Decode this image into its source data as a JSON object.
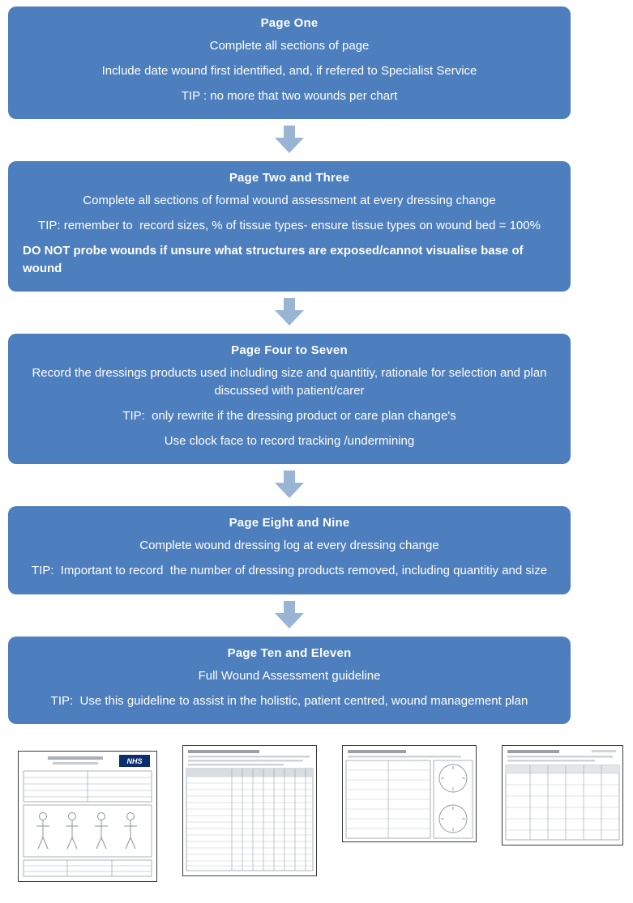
{
  "flowchart": {
    "boxes": [
      {
        "title": "Page One",
        "lines": [
          "Complete all sections of page",
          "Include date wound first identified, and, if refered to Specialist Service",
          "TIP : no more that two wounds per chart"
        ]
      },
      {
        "title": "Page Two and Three",
        "lines": [
          "Complete all sections of formal wound assessment at every dressing change",
          "TIP: remember to  record sizes, % of tissue types- ensure tissue types on wound bed = 100%",
          "DO NOT probe wounds if unsure what structures are exposed/cannot visualise base of wound"
        ]
      },
      {
        "title": "Page  Four to  Seven",
        "lines": [
          "Record the dressings products used including size and quantitiy, rationale for selection and plan discussed with patient/carer",
          "TIP:  only rewrite if the dressing product or care plan change's",
          "Use clock face to record tracking /undermining"
        ]
      },
      {
        "title": "Page  Eight and Nine",
        "lines": [
          "Complete wound dressing log at every dressing change",
          "TIP:  Important to record  the number of dressing products removed, including quantitiy and size"
        ]
      },
      {
        "title": "Page Ten and Eleven",
        "lines": [
          "Full Wound Assessment guideline",
          "TIP:  Use this guideline to assist in the holistic, patient centred, wound management plan"
        ]
      }
    ]
  },
  "thumbnails": {
    "nhs_badge": "NHS"
  },
  "colors": {
    "box_fill": "#4d7ebd",
    "arrow_fill": "#9ab4d6",
    "text": "#ffffff"
  }
}
